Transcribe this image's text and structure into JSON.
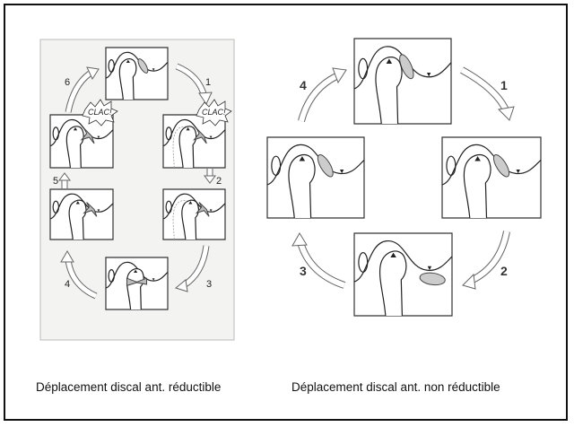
{
  "left_figure": {
    "caption": "Déplacement discal ant. réductible",
    "steps": [
      "1",
      "2",
      "3",
      "4",
      "5",
      "6"
    ],
    "sound_label": "CLAC!"
  },
  "right_figure": {
    "caption": "Déplacement discal ant. non réductible",
    "steps": [
      "1",
      "2",
      "3",
      "4"
    ]
  }
}
